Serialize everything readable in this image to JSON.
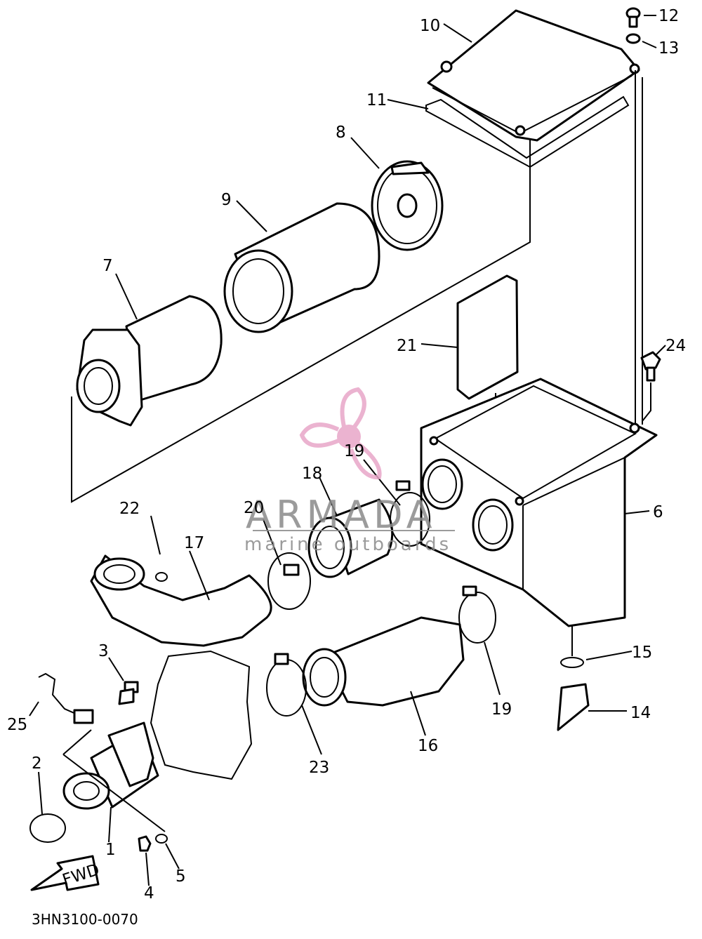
{
  "callouts": {
    "c1": "1",
    "c2": "2",
    "c3": "3",
    "c4": "4",
    "c5": "5",
    "c6": "6",
    "c7": "7",
    "c8": "8",
    "c9": "9",
    "c10": "10",
    "c11": "11",
    "c12": "12",
    "c13": "13",
    "c14": "14",
    "c15": "15",
    "c16": "16",
    "c17": "17",
    "c18": "18",
    "c19a": "19",
    "c19b": "19",
    "c20": "20",
    "c21": "21",
    "c22": "22",
    "c23": "23",
    "c24": "24",
    "c25": "25"
  },
  "direction_arrow": "FWD",
  "diagram_code": "3HN3100-0070",
  "watermark": {
    "brand": "ARMADA",
    "tagline": "marine outboards",
    "logo_color": "#e8a6c8"
  }
}
